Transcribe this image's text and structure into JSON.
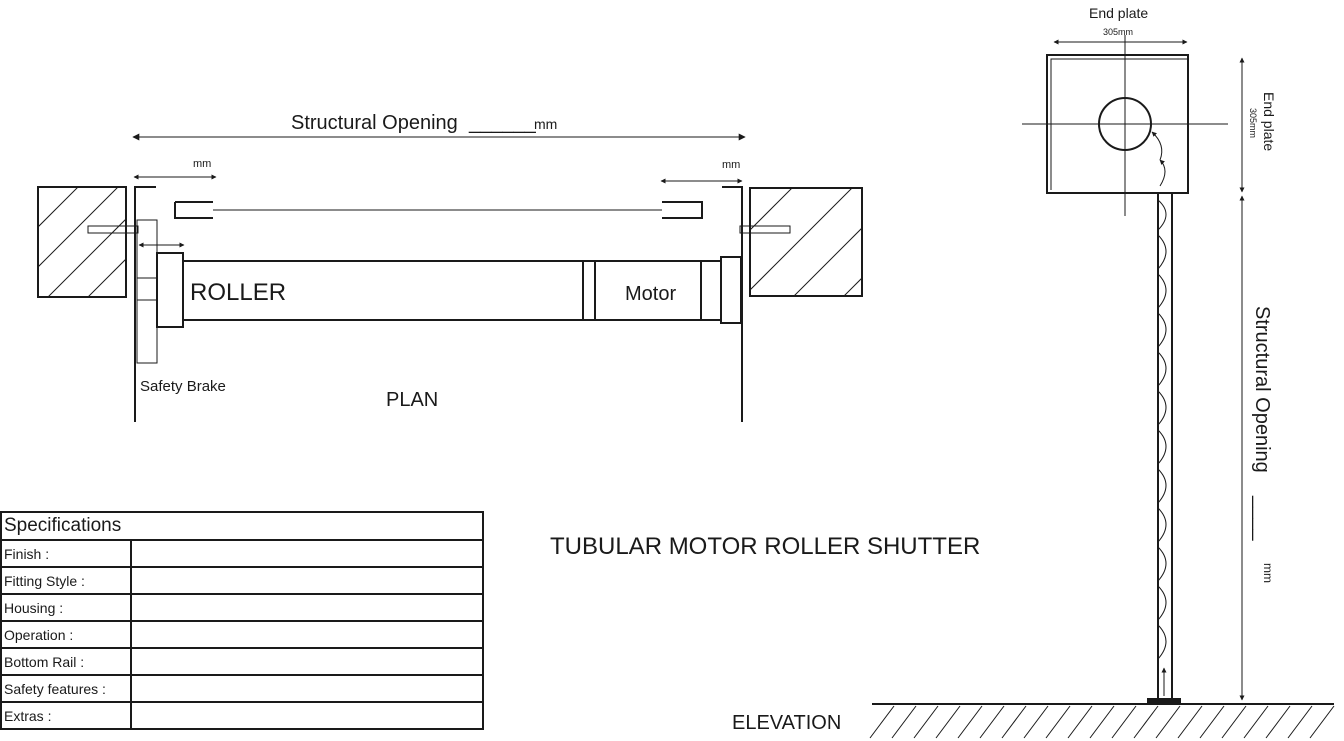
{
  "plan": {
    "structural_opening_label": "Structural Opening",
    "opening_blank": "______",
    "opening_unit": "mm",
    "left_side_unit": "mm",
    "right_side_unit": "mm",
    "roller_label": "ROLLER",
    "motor_label": "Motor",
    "safety_brake_label": "Safety Brake",
    "view_label": "PLAN"
  },
  "elevation": {
    "end_plate_top_label": "End plate",
    "end_plate_top_dim": "305mm",
    "end_plate_side_label": "End plate",
    "end_plate_side_dim": "305mm",
    "structural_opening_label": "Structural Opening",
    "opening_blank": "____",
    "opening_unit": "mm",
    "view_label": "ELEVATION"
  },
  "title": "TUBULAR MOTOR ROLLER SHUTTER",
  "specifications": {
    "heading": "Specifications",
    "rows": [
      {
        "label": "Finish :",
        "value": ""
      },
      {
        "label": "Fitting Style :",
        "value": ""
      },
      {
        "label": "Housing :",
        "value": ""
      },
      {
        "label": "Operation :",
        "value": ""
      },
      {
        "label": "Bottom Rail :",
        "value": ""
      },
      {
        "label": "Safety features :",
        "value": ""
      },
      {
        "label": "Extras :",
        "value": ""
      }
    ]
  }
}
